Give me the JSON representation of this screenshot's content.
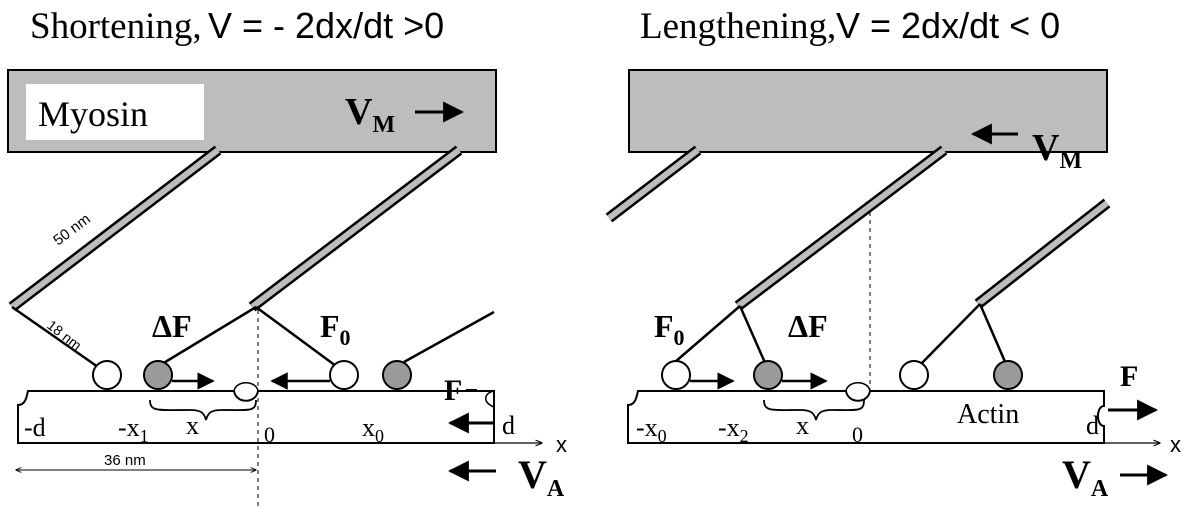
{
  "left": {
    "title_word": "Shortening,",
    "title_rest": "V  = - 2dx/dt >0",
    "myosin_label": "Myosin",
    "vm_main": "V",
    "vm_sub": "M",
    "label_50nm": "50 nm",
    "label_18nm": "18 nm",
    "delta_f": "ΔF",
    "f0_main": "F",
    "f0_sub": "0",
    "f_label": "F",
    "pos_minus_d": "-d",
    "pos_minus_x1_main": "-x",
    "pos_minus_x1_sub": "1",
    "pos_x": "x",
    "pos_zero": "0",
    "pos_x0_main": "x",
    "pos_x0_sub": "0",
    "pos_d": "d",
    "axis_x": "x",
    "label_36nm": "36 nm",
    "va_main": "V",
    "va_sub": "A"
  },
  "right": {
    "title_word": "Lengthening,",
    "title_rest": "V  = 2dx/dt < 0",
    "vm_main": "V",
    "vm_sub": "M",
    "f0_main": "F",
    "f0_sub": "0",
    "delta_f": "ΔF",
    "f_label": "F",
    "actin_label": "Actin",
    "pos_minus_x0_main": "-x",
    "pos_minus_x0_sub": "0",
    "pos_minus_x2_main": "-x",
    "pos_minus_x2_sub": "2",
    "pos_x": "x",
    "pos_zero": "0",
    "pos_d": "d",
    "axis_x": "x",
    "va_main": "V",
    "va_sub": "A"
  },
  "colors": {
    "filament_fill": "#bdbdbd",
    "head_filled": "#9a9a9a",
    "stroke": "#000000",
    "background": "#ffffff"
  }
}
